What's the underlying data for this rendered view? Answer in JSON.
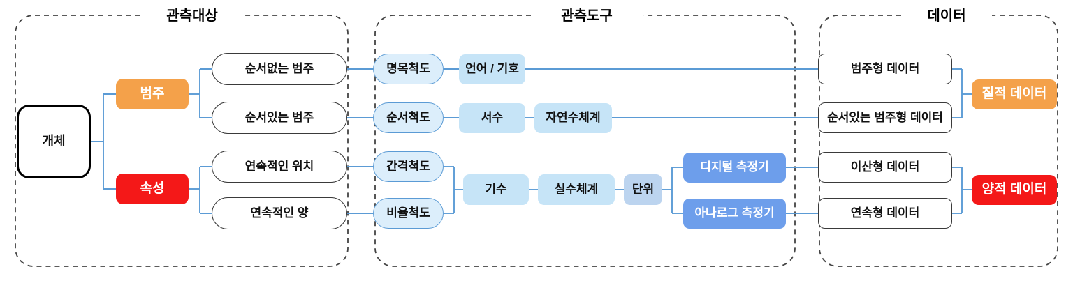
{
  "diagram": {
    "title_groups": [
      {
        "key": "observation_target",
        "label": "관측대상"
      },
      {
        "key": "observation_tool",
        "label": "관측도구"
      },
      {
        "key": "data",
        "label": "데이터"
      }
    ],
    "colors": {
      "orange": "#F4A14A",
      "red": "#F41818",
      "light_blue_box": "#C6E4F7",
      "unit_box": "#BCD4EF",
      "measure_blue": "#6D9EEB",
      "scale_fill": "#DCEEFB",
      "scale_stroke": "#5B9BD5",
      "connector": "#5B9BD5",
      "outline": "#3A3A3A",
      "dashed": "#444444"
    },
    "nodes": {
      "entity": "개체",
      "category": "범주",
      "attribute": "속성",
      "unordered_category": "순서없는 범주",
      "ordered_category": "순서있는 범주",
      "continuous_position": "연속적인 위치",
      "continuous_amount": "연속적인 양",
      "nominal_scale": "명목척도",
      "ordinal_scale": "순서척도",
      "interval_scale": "간격척도",
      "ratio_scale": "비율척도",
      "language_symbol": "언어 / 기호",
      "ordinal_number": "서수",
      "natural_number_system": "자연수체계",
      "cardinal_number": "기수",
      "real_number_system": "실수체계",
      "unit": "단위",
      "digital_meter": "디지털 측정기",
      "analog_meter": "아나로그 측정기",
      "categorical_data": "범주형 데이터",
      "ordered_categorical_data": "순서있는 범주형 데이터",
      "discrete_data": "이산형 데이터",
      "continuous_data": "연속형 데이터",
      "qualitative_data": "질적 데이터",
      "quantitative_data": "양적 데이터"
    }
  }
}
